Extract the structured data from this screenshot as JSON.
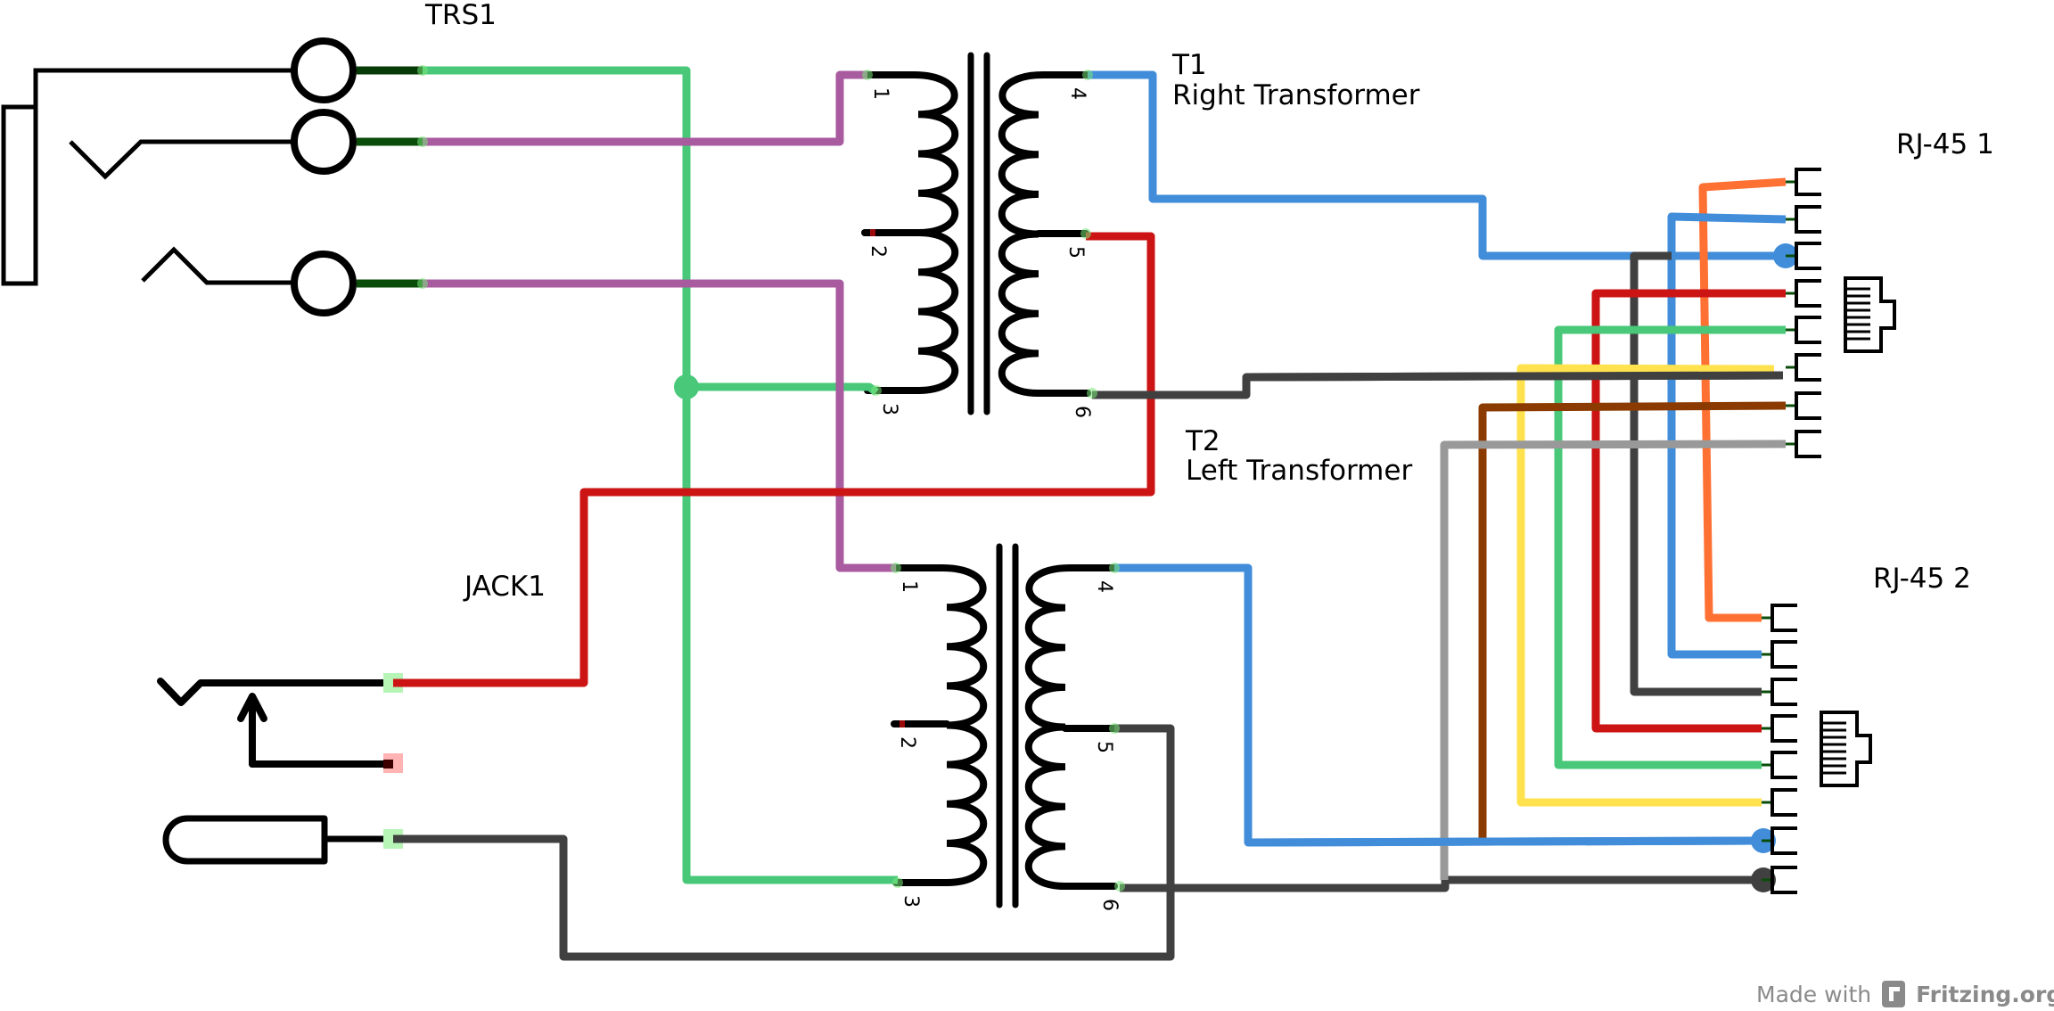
{
  "diagram": {
    "type": "schematic",
    "components": {
      "trs1": {
        "label": "TRS1"
      },
      "jack1": {
        "label": "JACK1"
      },
      "t1": {
        "ref": "T1",
        "name": "Right Transformer",
        "pins": [
          "1",
          "2",
          "3",
          "4",
          "5",
          "6"
        ]
      },
      "t2": {
        "ref": "T2",
        "name": "Left Transformer",
        "pins": [
          "1",
          "2",
          "3",
          "4",
          "5",
          "6"
        ]
      },
      "rj45_1": {
        "label": "RJ-45 1",
        "pin_count": 8
      },
      "rj45_2": {
        "label": "RJ-45 2",
        "pin_count": 8
      }
    },
    "wire_colors": {
      "green": "#48c878",
      "purple": "#a95ba0",
      "blue": "#418dd9",
      "red": "#cc1414",
      "dark_gray": "#404040",
      "orange": "#ff7033",
      "yellow": "#ffe24d",
      "brown": "#8c3b00",
      "light_gray": "#999999"
    },
    "connections": [
      {
        "from": "TRS1 tip",
        "to": "T1 pin 3 / T2 pin 3",
        "color": "green"
      },
      {
        "from": "TRS1 ring",
        "to": "T1 pin 1",
        "color": "purple"
      },
      {
        "from": "TRS1 sleeve",
        "to": "T2 pin 1",
        "color": "purple"
      },
      {
        "from": "T1 pin 4",
        "to": "RJ-45 1 pin 3",
        "color": "blue"
      },
      {
        "from": "T1 pin 5",
        "to": "JACK1 tip",
        "color": "red"
      },
      {
        "from": "T1 pin 6",
        "to": "RJ-45 1 pin 6",
        "color": "dark_gray"
      },
      {
        "from": "T2 pin 4",
        "to": "RJ-45 2 pin 7",
        "color": "blue"
      },
      {
        "from": "T2 pin 5",
        "to": "JACK1 sleeve",
        "color": "dark_gray"
      },
      {
        "from": "T2 pin 6",
        "to": "RJ-45 2 pin 8",
        "color": "dark_gray"
      },
      {
        "from": "RJ-45 1 pin 1",
        "to": "RJ-45 2 pin 1",
        "color": "orange"
      },
      {
        "from": "RJ-45 1 pin 2",
        "to": "RJ-45 2 pin 2",
        "color": "blue"
      },
      {
        "from": "RJ-45 1 pin 3",
        "to": "RJ-45 2 pin 3",
        "color": "dark_gray"
      },
      {
        "from": "RJ-45 1 pin 4",
        "to": "RJ-45 2 pin 4",
        "color": "red"
      },
      {
        "from": "RJ-45 1 pin 5",
        "to": "RJ-45 2 pin 5",
        "color": "green"
      },
      {
        "from": "RJ-45 1 pin 6",
        "to": "RJ-45 2 pin 6",
        "color": "yellow"
      },
      {
        "from": "RJ-45 1 pin 7",
        "to": "RJ-45 2 pin 7",
        "color": "brown"
      },
      {
        "from": "RJ-45 1 pin 8",
        "to": "RJ-45 2 pin 8",
        "color": "light_gray"
      }
    ]
  },
  "footer": {
    "made_with": "Made with",
    "logo_icon": "fritzing-logo-icon",
    "brand": "Fritzing.org"
  }
}
